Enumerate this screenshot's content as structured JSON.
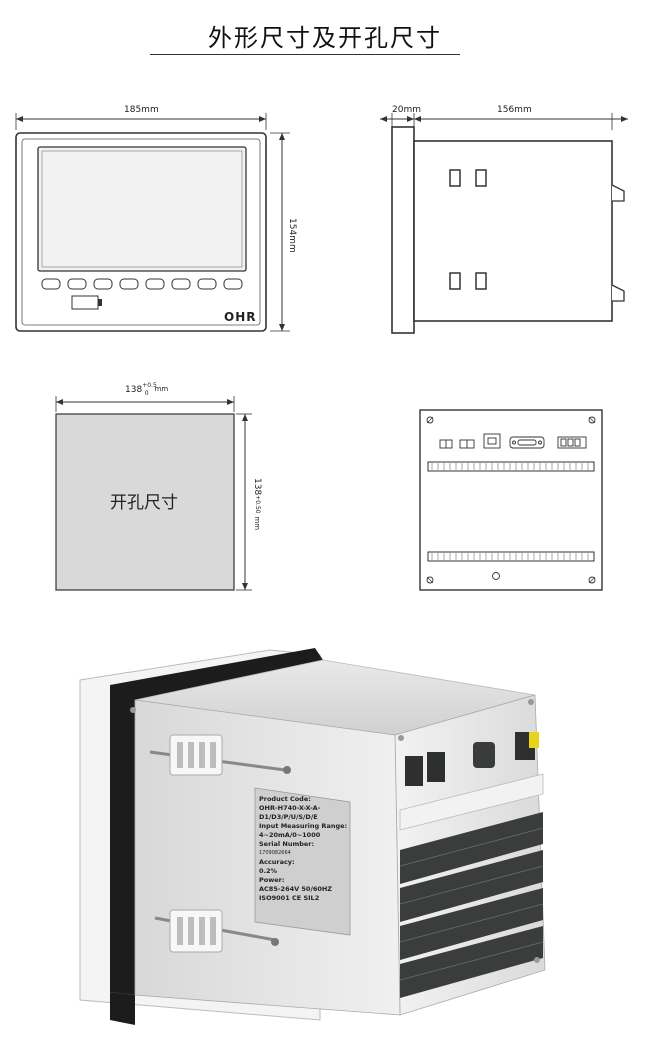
{
  "title": "外形尺寸及开孔尺寸",
  "front_view": {
    "width_label": "185mm",
    "height_label": "154mm",
    "brand": "OHR"
  },
  "side_view": {
    "depth_front_label": "20mm",
    "depth_body_label": "156mm"
  },
  "cutout": {
    "width_label": "138",
    "tolerance": "+0.5",
    "tolerance_low": "0",
    "unit": "mm",
    "height_label": "138",
    "center_label": "开孔尺寸"
  },
  "product_label": {
    "lines": [
      "Product Code:",
      "OHR-H740-X-X-A-D1/D3/P/U/S/D/E",
      "Input Measuring Range:",
      "4~20mA/0~1000",
      "Serial Number:",
      "1709082664",
      "Accuracy:",
      "0.2%",
      "Power:",
      "AC85-264V  50/60HZ",
      "ISO9001  CE  SIL2"
    ]
  },
  "colors": {
    "line": "#333333",
    "device_face": "#e6e6e6",
    "cutout_fill": "#d9d9d9",
    "terminal": "#3a3d3c",
    "yellow_connector": "#e8d21a"
  }
}
